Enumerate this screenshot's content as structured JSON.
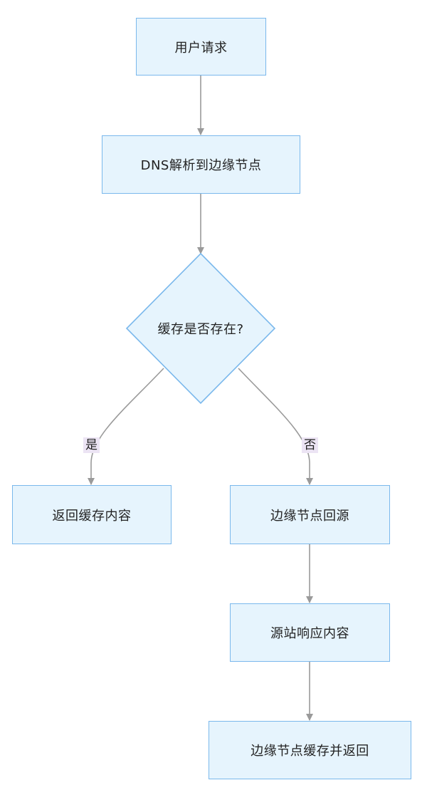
{
  "colors": {
    "node_fill": "#e6f4fd",
    "node_border": "#7ab8ec",
    "edge": "#9a9a9a",
    "edge_label_bg": "#ece4f4",
    "text": "#222222"
  },
  "nodes": {
    "user_request": "用户请求",
    "dns_resolve": "DNS解析到边缘节点",
    "cache_exists": "缓存是否存在?",
    "return_cached": "返回缓存内容",
    "fetch_origin": "边缘节点回源",
    "origin_response": "源站响应内容",
    "cache_and_return": "边缘节点缓存并返回"
  },
  "edge_labels": {
    "yes": "是",
    "no": "否"
  }
}
